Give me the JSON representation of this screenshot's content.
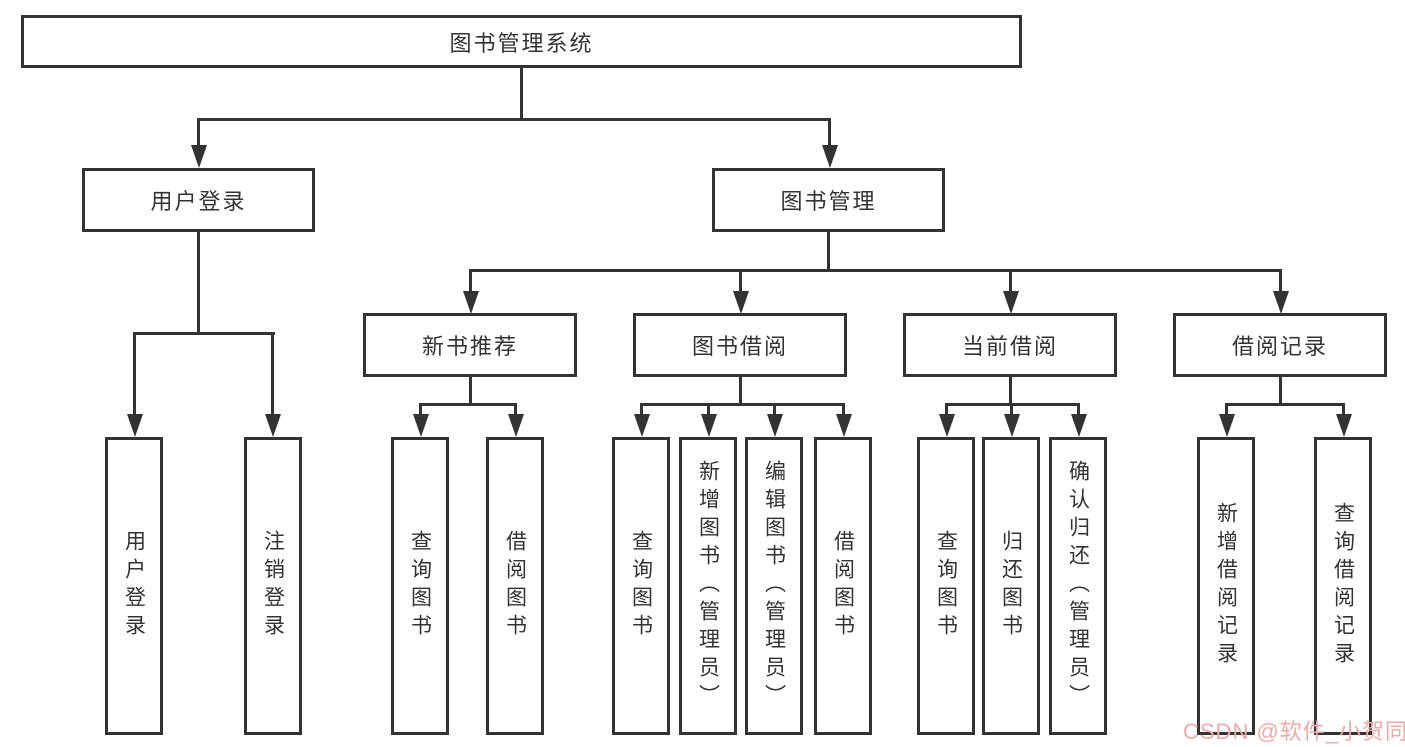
{
  "colors": {
    "line": "#333333",
    "node_border": "#333333",
    "text": "#333333",
    "background": "#ffffff",
    "watermark_text": "#efa9a6"
  },
  "watermark": {
    "text": "CSDN @软件_小贺同学"
  },
  "tree": {
    "root": "图书管理系统",
    "branches": [
      {
        "label": "用户登录",
        "children": [
          "用户登录",
          "注销登录"
        ]
      },
      {
        "label": "图书管理",
        "sections": [
          {
            "label": "新书推荐",
            "children": [
              "查询图书",
              "借阅图书"
            ]
          },
          {
            "label": "图书借阅",
            "children": [
              "查询图书",
              "新增图书（管理员）",
              "编辑图书（管理员）",
              "借阅图书"
            ]
          },
          {
            "label": "当前借阅",
            "children": [
              "查询图书",
              "归还图书",
              "确认归还（管理员）"
            ]
          },
          {
            "label": "借阅记录",
            "children": [
              "新增借阅记录",
              "查询借阅记录"
            ]
          }
        ]
      }
    ]
  }
}
